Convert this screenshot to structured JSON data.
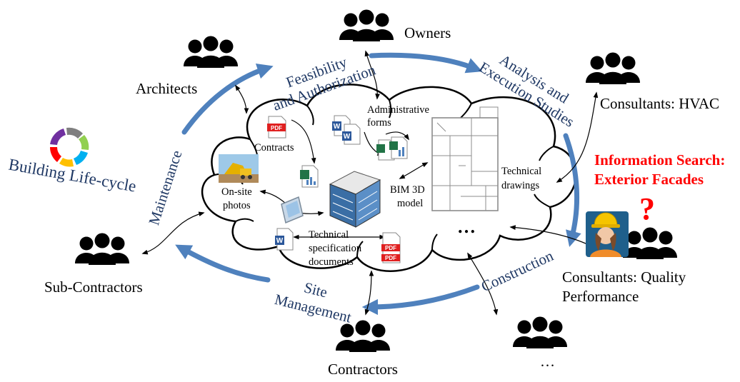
{
  "title": "Building Life-cycle",
  "phases": {
    "feasibility": [
      "Feasibility",
      "and Authorization"
    ],
    "analysis": [
      "Analysis and",
      "Execution Studies"
    ],
    "construction": "Construction",
    "site_management": [
      "Site",
      "Management"
    ],
    "maintenance": "Maintenance"
  },
  "actors": {
    "owners": "Owners",
    "architects": "Architects",
    "consultants_hvac": "Consultants: HVAC",
    "consultants_quality": [
      "Consultants: Quality",
      "Performance"
    ],
    "sub_contractors": "Sub-Contractors",
    "contractors": "Contractors",
    "others": "…"
  },
  "information_search": [
    "Information Search:",
    "Exterior Facades"
  ],
  "question_mark": "?",
  "cloud_items": {
    "administrative_forms": [
      "Administrative",
      "forms"
    ],
    "contracts": "Contracts",
    "on_site_photos": [
      "On-site",
      "photos"
    ],
    "bim_model": [
      "BIM 3D",
      "model"
    ],
    "technical_drawings": [
      "Technical",
      "drawings"
    ],
    "technical_specification": [
      "Technical",
      "specification",
      "documents"
    ],
    "more": "…"
  },
  "file_badges": {
    "pdf": "PDF",
    "word": "W"
  },
  "colors": {
    "cycle_arrow": "#4f81bd",
    "phase_text": "#1f3864",
    "alert_text": "#ff0000",
    "people": "#000000"
  }
}
